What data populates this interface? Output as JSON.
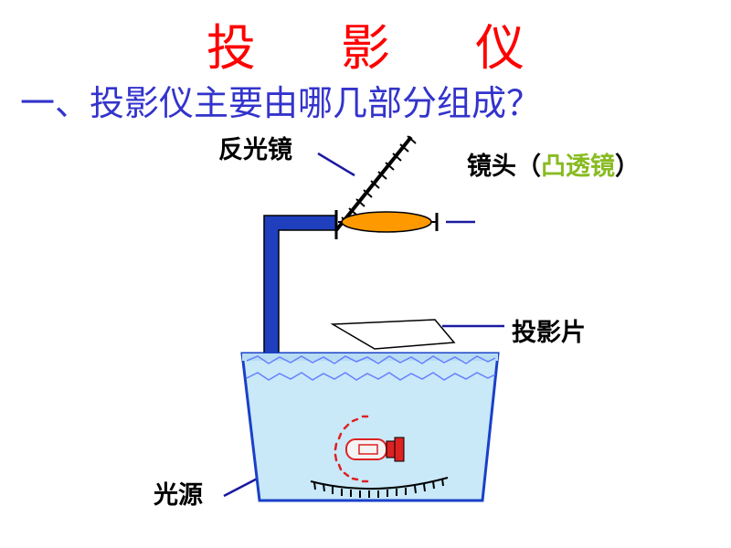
{
  "title": "投 影 仪",
  "question": "一、投影仪主要由哪几部分组成？",
  "labels": {
    "mirror": "反光镜",
    "lens_prefix": "镜头（",
    "lens_inner": "凸透镜",
    "lens_suffix": "）",
    "slide": "投影片",
    "light_source": "光源"
  },
  "colors": {
    "title": "#ff0000",
    "question": "#3333cc",
    "lens_inner": "#88bb22",
    "arm": "#1f3fbf",
    "lens_fill": "#ff9900",
    "box_fill": "#c9e8f8",
    "box_stroke": "#1a40c8",
    "water_line": "#6680ff",
    "leader": "#1a1aa0",
    "bulb": "#dd2222"
  }
}
